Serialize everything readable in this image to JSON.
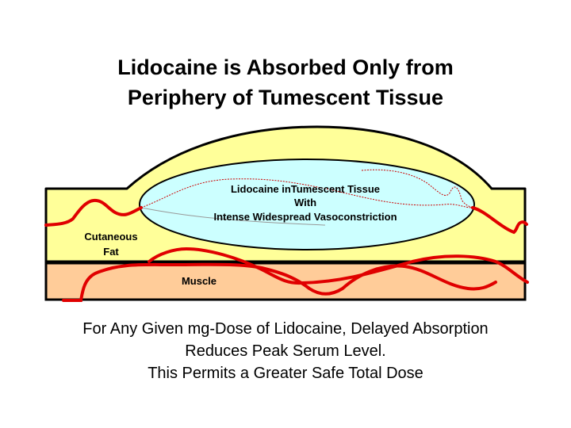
{
  "title": {
    "line1": "Lidocaine is Absorbed Only from",
    "line2": "Periphery of Tumescent Tissue"
  },
  "diagram": {
    "tumescent_label": {
      "line1": "Lidocaine inTumescent Tissue",
      "line2": "With",
      "line3": "Intense Widespread Vasoconstriction"
    },
    "fat_label": {
      "line1": "Cutaneous",
      "line2": "Fat"
    },
    "muscle_label": "Muscle",
    "colors": {
      "fat": "#ffff99",
      "tumescent": "#ccffff",
      "muscle": "#ffcc99",
      "vessel": "#e00000",
      "outline": "#000000"
    }
  },
  "caption": {
    "line1": "For Any Given mg-Dose of Lidocaine, Delayed Absorption",
    "line2": "Reduces Peak Serum Level.",
    "line3": "This Permits a Greater Safe Total Dose"
  }
}
